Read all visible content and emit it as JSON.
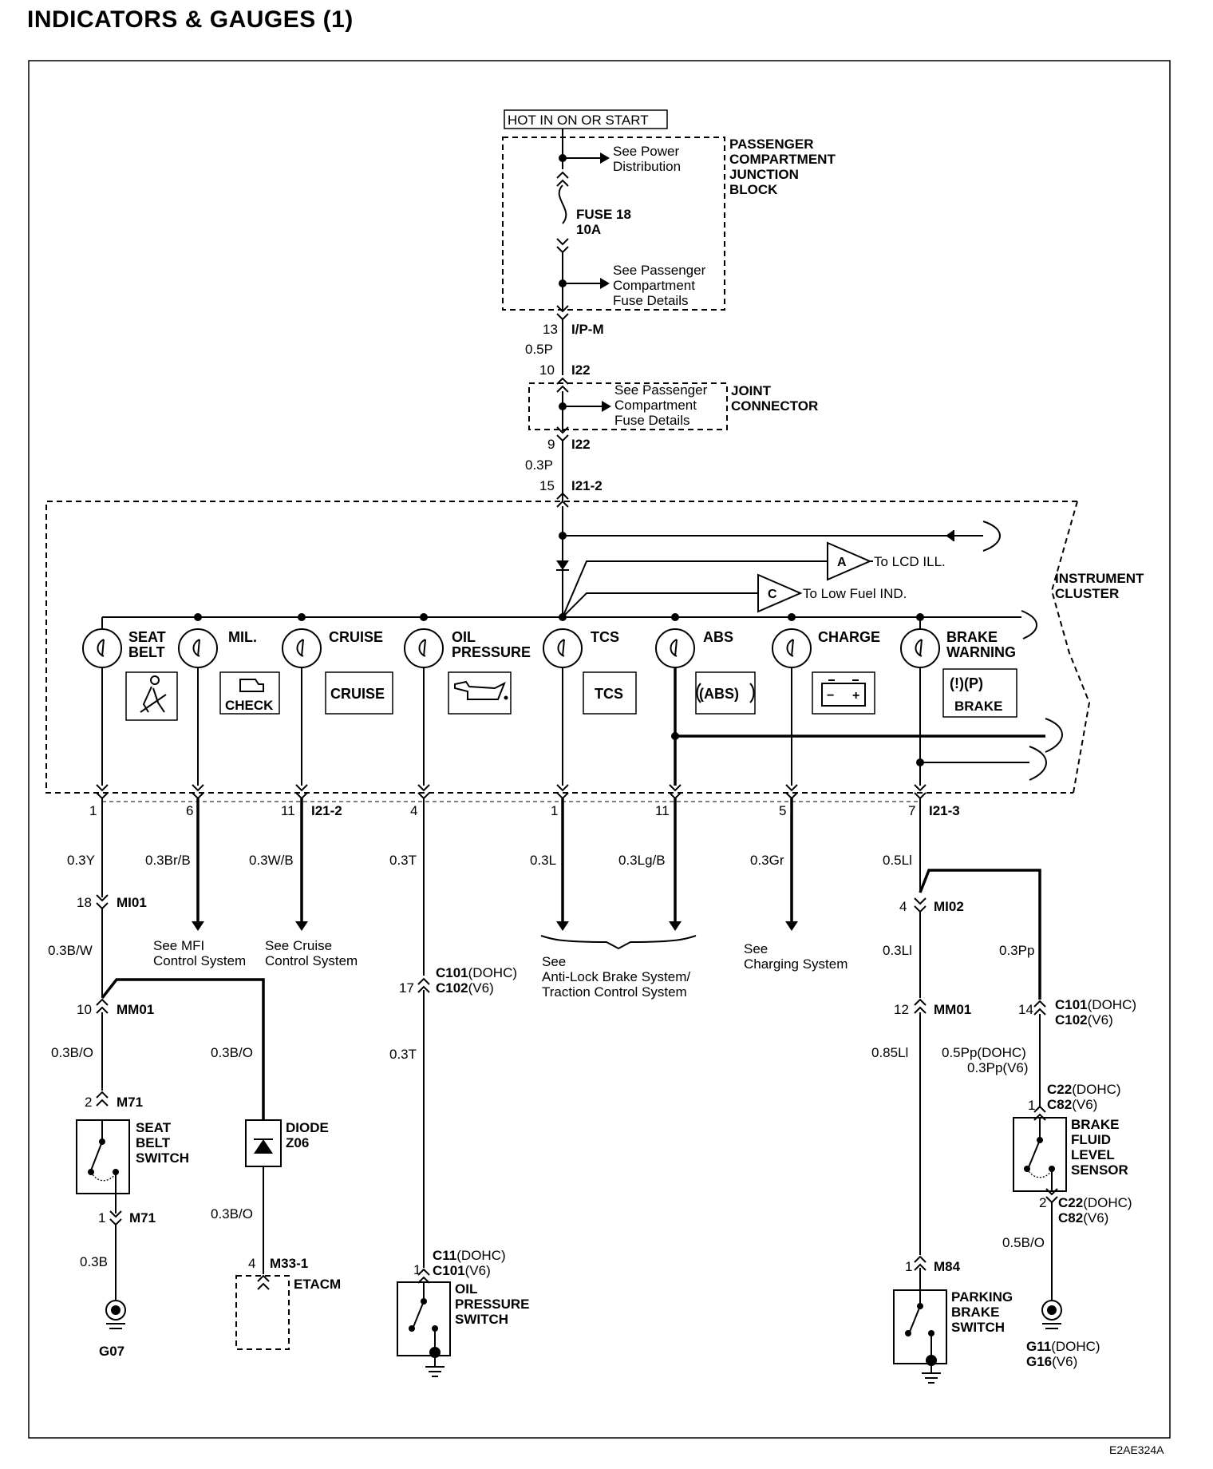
{
  "page": {
    "title": "INDICATORS & GAUGES (1)",
    "doc_code": "E2AE324A"
  },
  "power": {
    "hot_label": "HOT IN ON OR START",
    "junction_block": {
      "line1": "PASSENGER",
      "line2": "COMPARTMENT",
      "line3": "JUNCTION",
      "line4": "BLOCK"
    },
    "see_power": {
      "line1": "See Power",
      "line2": "Distribution"
    },
    "fuse": {
      "name": "FUSE 18",
      "rating": "10A"
    },
    "see_fuse_details": {
      "line1": "See Passenger",
      "line2": "Compartment",
      "line3": "Fuse Details"
    },
    "pin_ipm": "13",
    "conn_ipm": "I/P-M",
    "wire_05p": "0.5P",
    "pin_i22a": "10",
    "conn_i22": "I22",
    "joint": {
      "line1": "See Passenger",
      "line2": "Compartment",
      "line3": "Fuse Details",
      "label1": "JOINT",
      "label2": "CONNECTOR"
    },
    "pin_i22b": "9",
    "wire_03p": "0.3P",
    "pin_i212": "15",
    "conn_i212": "I21-2"
  },
  "cluster": {
    "label1": "INSTRUMENT",
    "label2": "CLUSTER",
    "lcd": {
      "letter": "A",
      "text": "To LCD ILL."
    },
    "fuel": {
      "letter": "C",
      "text": "To Low Fuel IND."
    },
    "indicators": [
      {
        "l1": "SEAT",
        "l2": "BELT"
      },
      {
        "l1": "MIL.",
        "l2": ""
      },
      {
        "l1": "CRUISE",
        "l2": ""
      },
      {
        "l1": "OIL",
        "l2": "PRESSURE"
      },
      {
        "l1": "TCS",
        "l2": ""
      },
      {
        "l1": "ABS",
        "l2": ""
      },
      {
        "l1": "CHARGE",
        "l2": ""
      },
      {
        "l1": "BRAKE",
        "l2": "WARNING"
      }
    ],
    "icons": {
      "check": "CHECK",
      "cruise": "CRUISE",
      "tcs": "TCS",
      "abs": "(ABS)",
      "brake": "BRAKE",
      "brake_sym": "(!)(P)"
    }
  },
  "outputs": {
    "pins": [
      "1",
      "6",
      "11",
      "4",
      "1",
      "11",
      "5",
      "7"
    ],
    "conn_i212": "I21-2",
    "conn_i213": "I21-3",
    "wires": [
      "0.3Y",
      "0.3Br/B",
      "0.3W/B",
      "0.3T",
      "0.3L",
      "0.3Lg/B",
      "0.3Gr",
      "0.5Ll"
    ]
  },
  "seatbelt": {
    "pin_mi01": "18",
    "conn_mi01": "MI01",
    "wire_bw": "0.3B/W",
    "pin_mm01": "10",
    "conn_mm01": "MM01",
    "wire_bo1": "0.3B/O",
    "wire_bo2": "0.3B/O",
    "pin_m71a": "2",
    "conn_m71": "M71",
    "switch": {
      "l1": "SEAT",
      "l2": "BELT",
      "l3": "SWITCH"
    },
    "pin_m71b": "1",
    "wire_b": "0.3B",
    "ground": "G07",
    "diode": {
      "l1": "DIODE",
      "l2": "Z06"
    },
    "wire_bo3": "0.3B/O",
    "pin_m331": "4",
    "conn_m331": "M33-1",
    "etacm": "ETACM"
  },
  "refs": {
    "mfi": {
      "l1": "See MFI",
      "l2": "Control System"
    },
    "cruise": {
      "l1": "See Cruise",
      "l2": "Control System"
    },
    "abs": {
      "l1": "See",
      "l2": "Anti-Lock Brake System/",
      "l3": "Traction Control System"
    },
    "charge": {
      "l1": "See",
      "l2": "Charging System"
    }
  },
  "oil": {
    "pin_c101": "17",
    "conn_c101_a": "C101",
    "var_a": "(DOHC)",
    "conn_c102": "C102",
    "var_b": "(V6)",
    "wire_t": "0.3T",
    "pin_c11": "1",
    "conn_c11": "C11",
    "conn_c101b": "C101",
    "switch": {
      "l1": "OIL",
      "l2": "PRESSURE",
      "l3": "SWITCH"
    }
  },
  "brake": {
    "pin_mi02": "4",
    "conn_mi02": "MI02",
    "wire_3ll": "0.3Ll",
    "wire_pp": "0.3Pp",
    "pin_mm01": "12",
    "conn_mm01": "MM01",
    "pin_c101": "14",
    "conn_c101": "C101",
    "conn_c102": "C102",
    "wire_85ll": "0.85Ll",
    "wire_5pp": "0.5Pp(DOHC)",
    "wire_3pp": "0.3Pp(V6)",
    "pin_c22a": "1",
    "conn_c22": "C22",
    "conn_c82": "C82",
    "fluid": {
      "l1": "BRAKE",
      "l2": "FLUID",
      "l3": "LEVEL",
      "l4": "SENSOR"
    },
    "pin_c22b": "2",
    "wire_5bo": "0.5B/O",
    "pin_m84": "1",
    "conn_m84": "M84",
    "park": {
      "l1": "PARKING",
      "l2": "BRAKE",
      "l3": "SWITCH"
    },
    "gnd_a": "G11",
    "gnd_b": "G16"
  }
}
